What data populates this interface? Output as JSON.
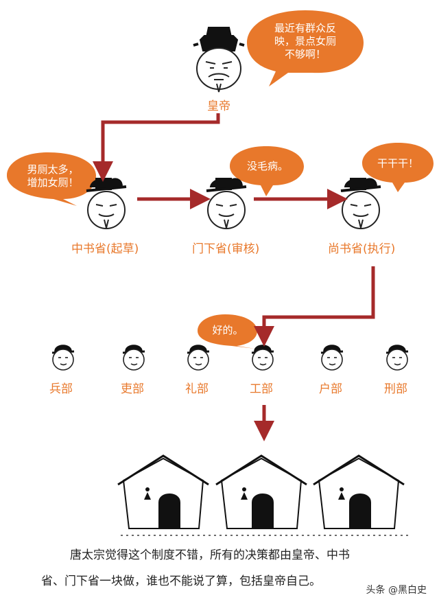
{
  "nodes": {
    "emperor": "皇帝",
    "zhongshu": "中书省(起草)",
    "menxia": "门下省(审核)",
    "shangshu": "尚书省(执行)"
  },
  "ministries": [
    "兵部",
    "吏部",
    "礼部",
    "工部",
    "户部",
    "刑部"
  ],
  "bubbles": {
    "emperor_line1": "最近有群众反",
    "emperor_line2": "映，景点女厕",
    "emperor_line3": "不够啊！",
    "zhongshu_line1": "男厕太多，",
    "zhongshu_line2": "增加女厕！",
    "menxia": "没毛病。",
    "shangshu": "干干干！",
    "gongbu": "好的。"
  },
  "caption": {
    "line1": "唐太宗觉得这个制度不错，所有的决策都由皇帝、中书",
    "line2": "省、门下省一块做，谁也不能说了算，包括皇帝自己。"
  },
  "watermark": "头条 @黑白史",
  "colors": {
    "accent": "#e8782b",
    "arrow": "#a52a2a",
    "ink": "#222222"
  }
}
